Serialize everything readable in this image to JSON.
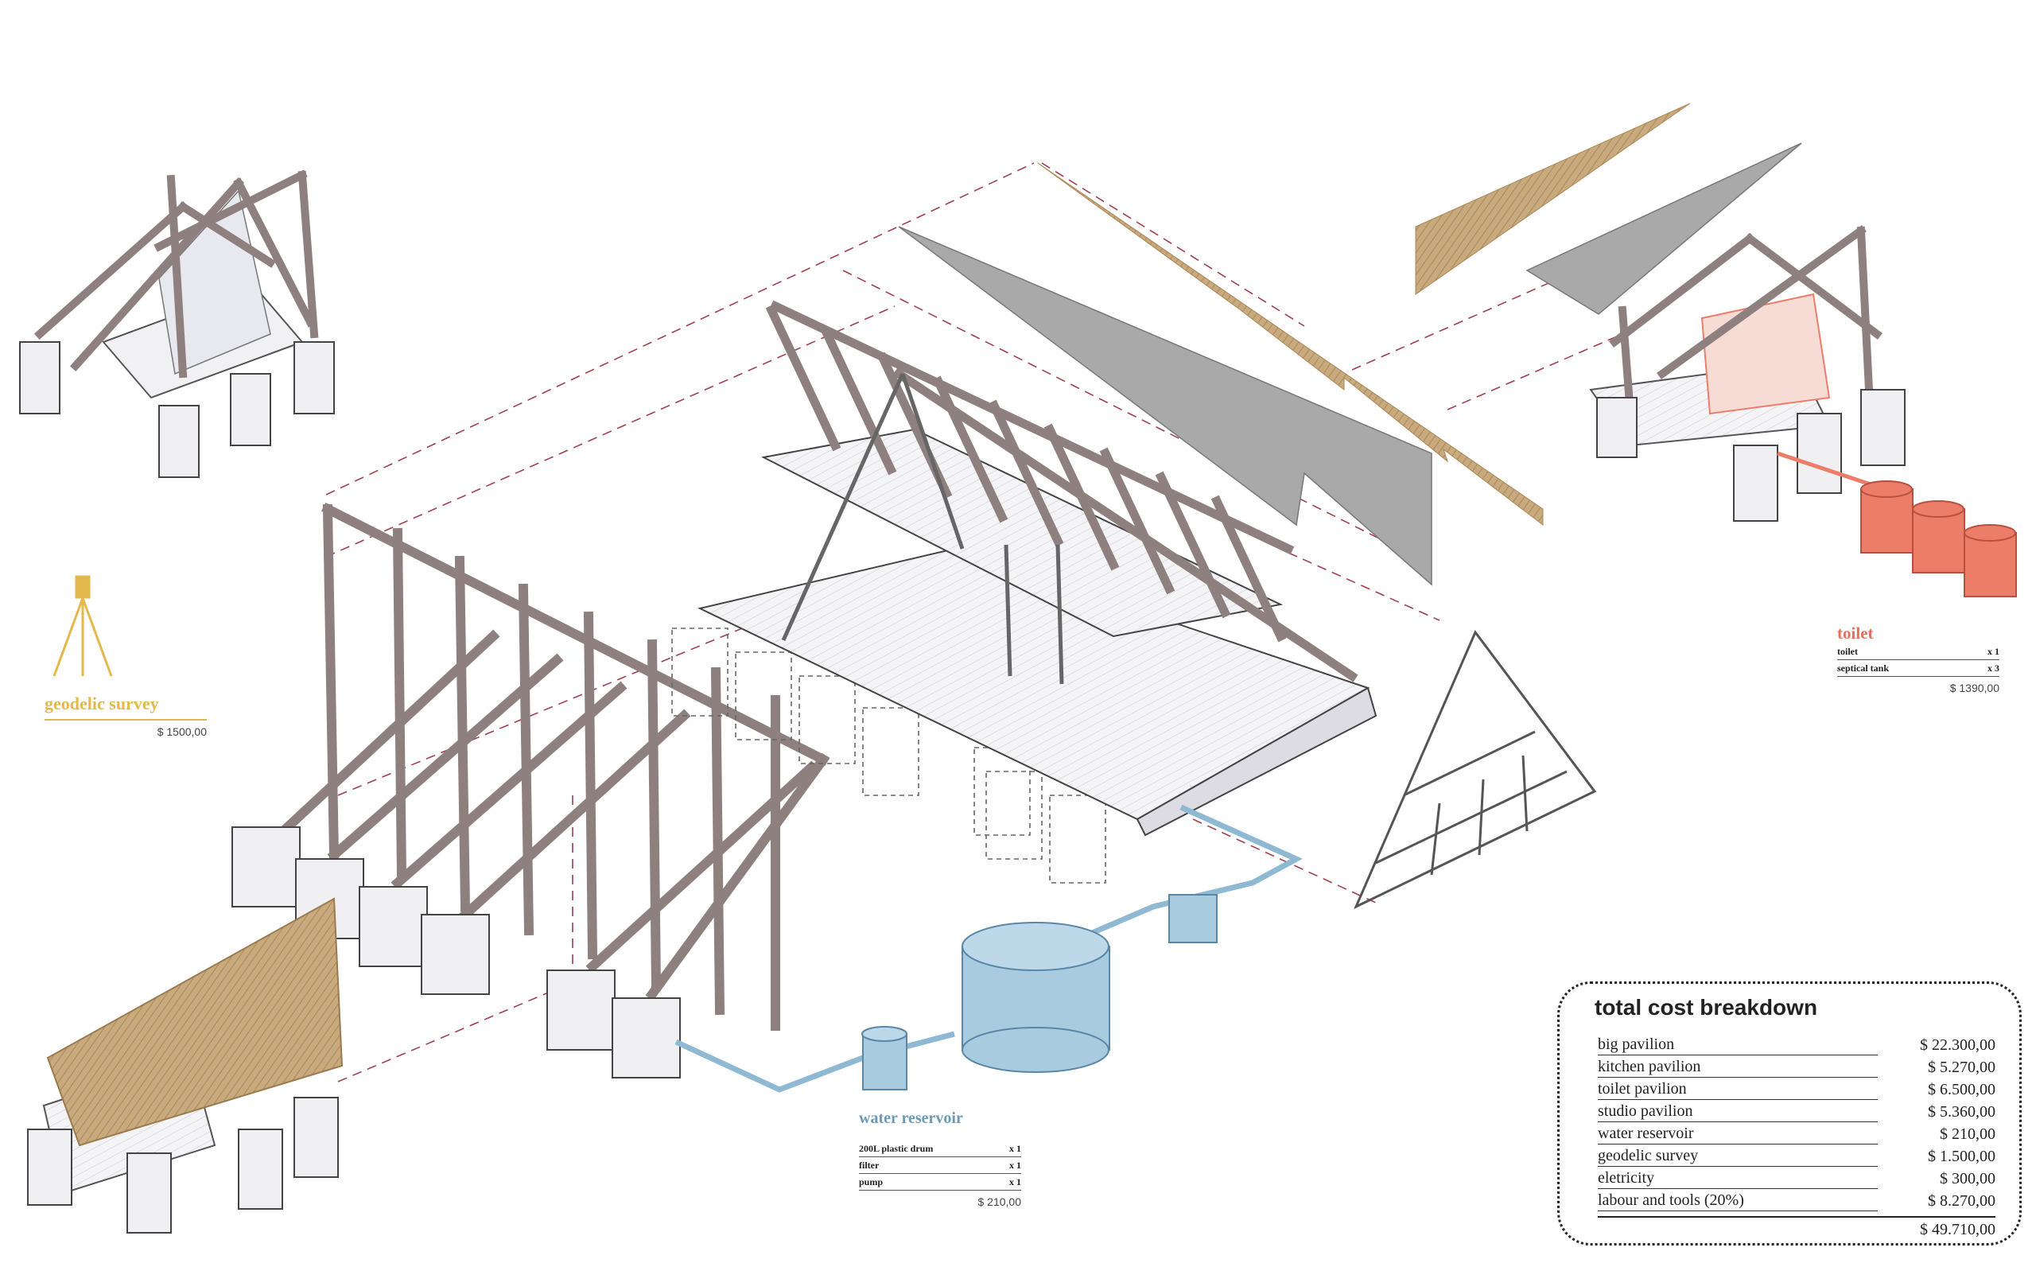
{
  "colors": {
    "timber": "#9c8c8c",
    "thatch": "#c4a57a",
    "metal_sheet": "#a9a9a9",
    "water": "#a8cbe0",
    "toilet": "#ec7d69",
    "survey": "#e3b94d",
    "dash": "#a04050"
  },
  "geodelic": {
    "title": "geodelic survey",
    "price": "$ 1500,00"
  },
  "toilet": {
    "title": "toilet",
    "items": [
      {
        "name": "toilet",
        "qty": "x 1"
      },
      {
        "name": "septical tank",
        "qty": "x 3"
      }
    ],
    "price": "$ 1390,00"
  },
  "water": {
    "title": "water reservoir",
    "items": [
      {
        "name": "200L plastic drum",
        "qty": "x 1"
      },
      {
        "name": "filter",
        "qty": "x 1"
      },
      {
        "name": "pump",
        "qty": "x 1"
      }
    ],
    "price": "$ 210,00"
  },
  "cost": {
    "title": "total cost breakdown",
    "rows": [
      {
        "name": "big pavilion",
        "value": "$ 22.300,00"
      },
      {
        "name": "kitchen pavilion",
        "value": "$ 5.270,00"
      },
      {
        "name": "toilet pavilion",
        "value": "$ 6.500,00"
      },
      {
        "name": "studio pavilion",
        "value": "$ 5.360,00"
      },
      {
        "name": "water reservoir",
        "value": "$ 210,00"
      },
      {
        "name": "geodelic survey",
        "value": "$ 1.500,00"
      },
      {
        "name": "eletricity",
        "value": "$ 300,00"
      },
      {
        "name": "labour and tools (20%)",
        "value": "$ 8.270,00"
      }
    ],
    "total": "$ 49.710,00"
  }
}
